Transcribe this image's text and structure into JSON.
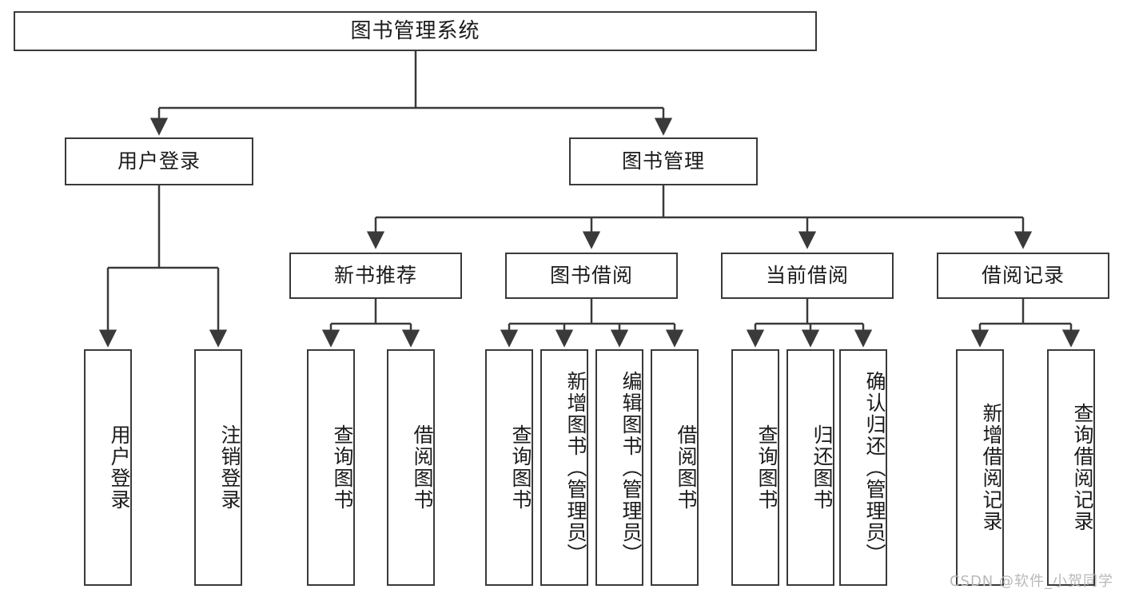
{
  "diagram": {
    "title": "图书管理系统",
    "type": "tree-hierarchy",
    "watermark": "CSDN @软件_小贺同学",
    "colors": {
      "node_border": "#3a3a3a",
      "node_fill": "#ffffff",
      "edge": "#3a3a3a",
      "text": "#1b1b1b",
      "watermark": "#b9b9b9"
    },
    "root": {
      "label": "图书管理系统"
    },
    "level1": [
      {
        "label": "用户登录"
      },
      {
        "label": "图书管理"
      }
    ],
    "level2": [
      {
        "label": "新书推荐"
      },
      {
        "label": "图书借阅"
      },
      {
        "label": "当前借阅"
      },
      {
        "label": "借阅记录"
      }
    ],
    "leaves": {
      "user_login": [
        {
          "label": "用户登录"
        },
        {
          "label": "注销登录"
        }
      ],
      "new_book_recommend": [
        {
          "label": "查询图书"
        },
        {
          "label": "借阅图书"
        }
      ],
      "book_borrow": [
        {
          "label": "查询图书"
        },
        {
          "label": "新增图书（管理员）"
        },
        {
          "label": "编辑图书（管理员）"
        },
        {
          "label": "借阅图书"
        }
      ],
      "current_borrow": [
        {
          "label": "查询图书"
        },
        {
          "label": "归还图书"
        },
        {
          "label": "确认归还（管理员）"
        }
      ],
      "borrow_record": [
        {
          "label": "新增借阅记录"
        },
        {
          "label": "查询借阅记录"
        }
      ]
    }
  }
}
